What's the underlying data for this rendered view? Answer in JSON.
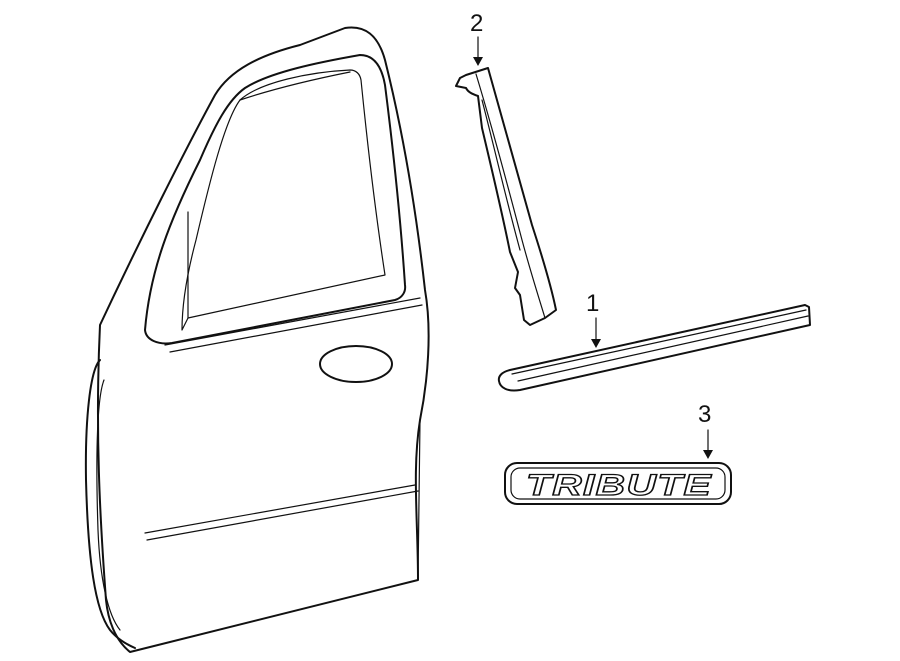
{
  "diagram": {
    "callouts": [
      {
        "id": "1",
        "label": "1"
      },
      {
        "id": "2",
        "label": "2"
      },
      {
        "id": "3",
        "label": "3"
      }
    ],
    "badge_text": "TRIBUTE"
  }
}
